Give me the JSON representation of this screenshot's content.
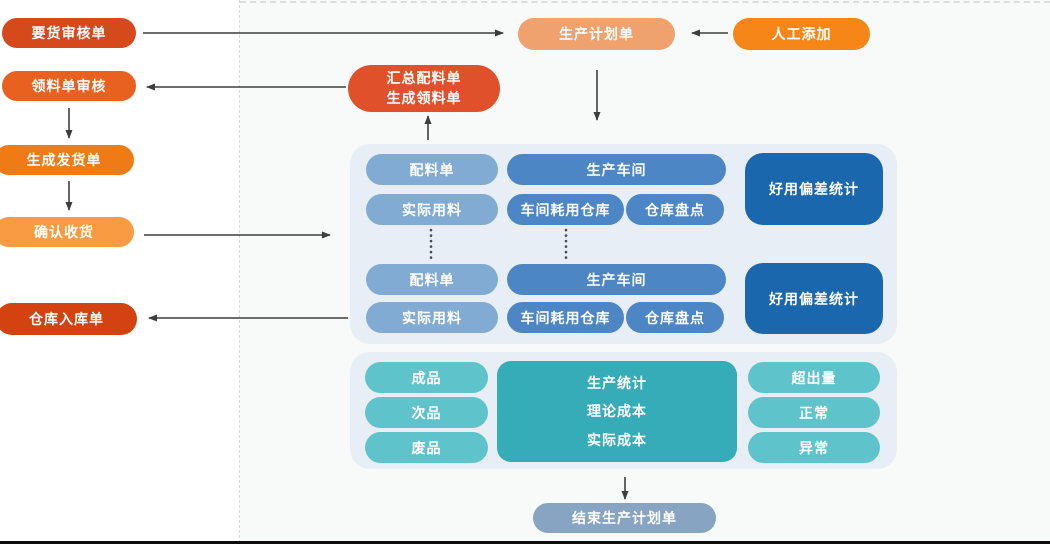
{
  "diagram": {
    "left_flow": {
      "request_audit": "要货审核单",
      "picking_audit": "领料单审核",
      "generate_delivery": "生成发货单",
      "confirm_receipt": "确认收货",
      "warehouse_inbound": "仓库入库单"
    },
    "top": {
      "production_plan": "生产计划单",
      "manual_add": "人工添加",
      "summary_line1": "汇总配料单",
      "summary_line2": "生成领料单"
    },
    "workshop_panel": {
      "groups": [
        {
          "ingredient_list": "配料单",
          "workshop": "生产车间",
          "deviation_stats": "好用偏差统计",
          "actual_usage": "实际用料",
          "workshop_warehouse": "车间耗用仓库",
          "stocktake": "仓库盘点"
        },
        {
          "ingredient_list": "配料单",
          "workshop": "生产车间",
          "deviation_stats": "好用偏差统计",
          "actual_usage": "实际用料",
          "workshop_warehouse": "车间耗用仓库",
          "stocktake": "仓库盘点"
        }
      ]
    },
    "stats_panel": {
      "left": [
        "成品",
        "次品",
        "废品"
      ],
      "center": [
        "生产统计",
        "理论成本",
        "实际成本"
      ],
      "right": [
        "超出量",
        "正常",
        "异常"
      ]
    },
    "end_node": "结束生产计划单",
    "colors": {
      "request_audit": "#d6491d",
      "picking_audit": "#e9611e",
      "generate_delivery": "#ee7b16",
      "confirm_receipt": "#f89b42",
      "warehouse_inbound": "#d2430f",
      "production_plan": "#efa26e",
      "manual_add": "#f58617",
      "summary": "#e0512b",
      "light_blue_node": "#82abd3",
      "medium_blue_node": "#4c86c4",
      "dark_blue_node": "#1b67ae",
      "panel_background": "#e8eef5",
      "teal_light_node": "#5fc3cc",
      "teal_dark_node": "#36acb9",
      "end_node": "#87a5c3",
      "arrow": "#3d3d3d"
    }
  }
}
